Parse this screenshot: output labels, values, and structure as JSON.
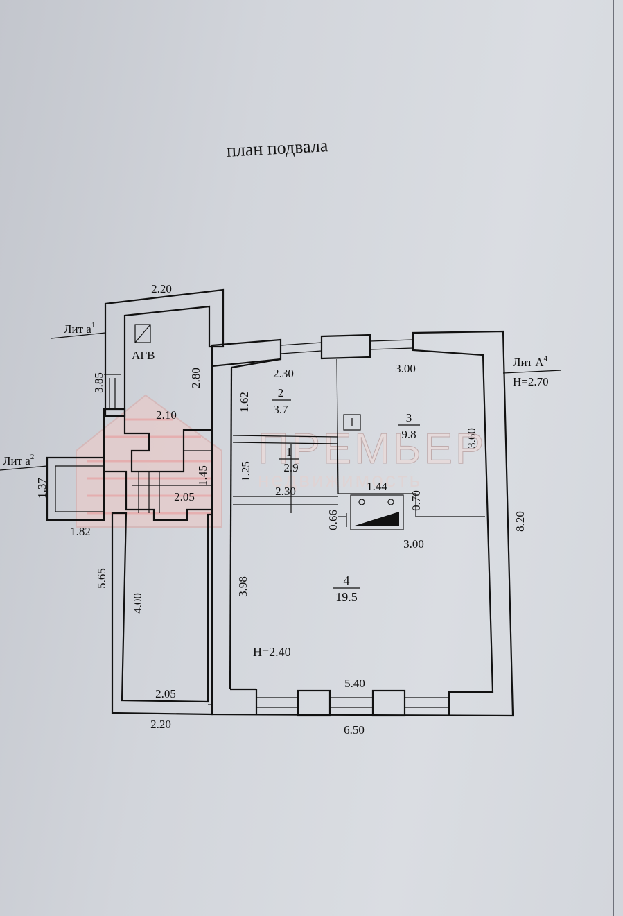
{
  "title": "план подвала",
  "labels": {
    "lit_a1": "Лит а",
    "lit_a1_sup": "1",
    "lit_a2": "Лит а",
    "lit_a2_sup": "2",
    "lit_A4": "Лит А",
    "lit_A4_sup": "4",
    "height_main": "Н=2.70",
    "height_basement": "Н=2.40",
    "agv": "АГВ"
  },
  "rooms": [
    {
      "number": "1",
      "area": "2.9"
    },
    {
      "number": "2",
      "area": "3.7"
    },
    {
      "number": "3",
      "area": "9.8"
    },
    {
      "number": "4",
      "area": "19.5"
    }
  ],
  "dimensions": {
    "top_annex_width": "2.20",
    "annex_left_height": "3.85",
    "annex_inner_height": "2.80",
    "annex_inner_width": "2.10",
    "stair_height": "1.45",
    "stair_width": "2.05",
    "porch_height": "1.37",
    "porch_width": "1.82",
    "lower_annex_left": "5.65",
    "lower_annex_inner": "4.00",
    "lower_annex_bottom_inner": "2.05",
    "lower_annex_bottom": "2.20",
    "room2_width": "2.30",
    "room2_height": "1.62",
    "room1_height": "1.25",
    "room1_width": "2.30",
    "room3_width": "3.00",
    "room3_height": "3.60",
    "niche_width": "1.44",
    "niche_height_right": "0.70",
    "niche_height_left": "0.66",
    "room4_top_width": "3.00",
    "room4_height": "3.98",
    "room4_bottom_width": "5.40",
    "main_total_width": "6.50",
    "main_total_height": "8.20"
  },
  "watermark": {
    "line1": "ПРЕМЬЕР",
    "line2": "недвижимость"
  },
  "colors": {
    "paper": "#d6d9de",
    "ink": "#111111",
    "watermark": "#e0c8c8"
  }
}
